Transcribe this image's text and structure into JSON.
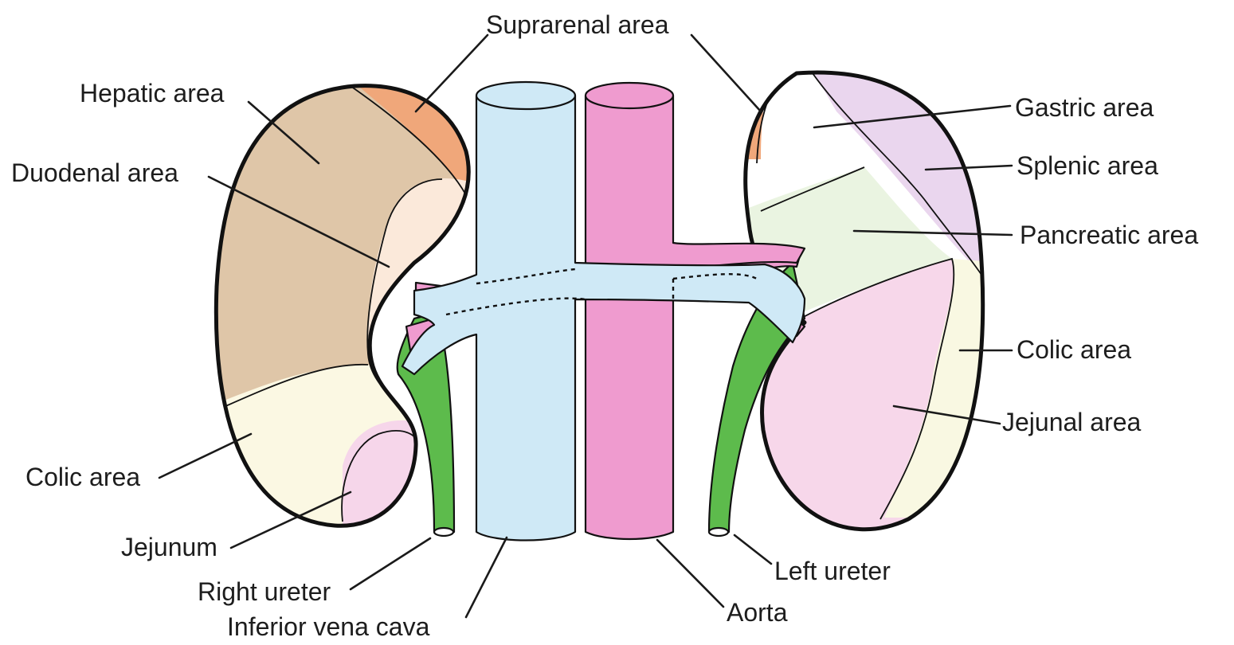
{
  "colors": {
    "hepatic": "#dfc6a8",
    "suprarenal": "#f0a77a",
    "duodenal": "#fbe9da",
    "colic_right": "#fbf8e3",
    "jejunum_right": "#f6d6ea",
    "gastric": "#ffffff",
    "splenic": "#ead6ee",
    "pancreatic": "#eaf4e1",
    "colic_left": "#f9f8e2",
    "jejunal": "#f7d7ea",
    "ivc": "#cfe9f6",
    "aorta": "#ef9bcf",
    "ureter": "#5dbb4c",
    "renal_artery": "#ef9bcf"
  },
  "labels": {
    "suprarenal_area": "Suprarenal area",
    "hepatic_area": "Hepatic area",
    "duodenal_area": "Duodenal area",
    "colic_area_right": "Colic area",
    "jejunum": "Jejunum",
    "right_ureter": "Right ureter",
    "inferior_vena_cava": "Inferior vena cava",
    "aorta": "Aorta",
    "left_ureter": "Left ureter",
    "gastric_area": "Gastric area",
    "splenic_area": "Splenic area",
    "pancreatic_area": "Pancreatic area",
    "colic_area_left": "Colic area",
    "jejunal_area": "Jejunal area"
  }
}
